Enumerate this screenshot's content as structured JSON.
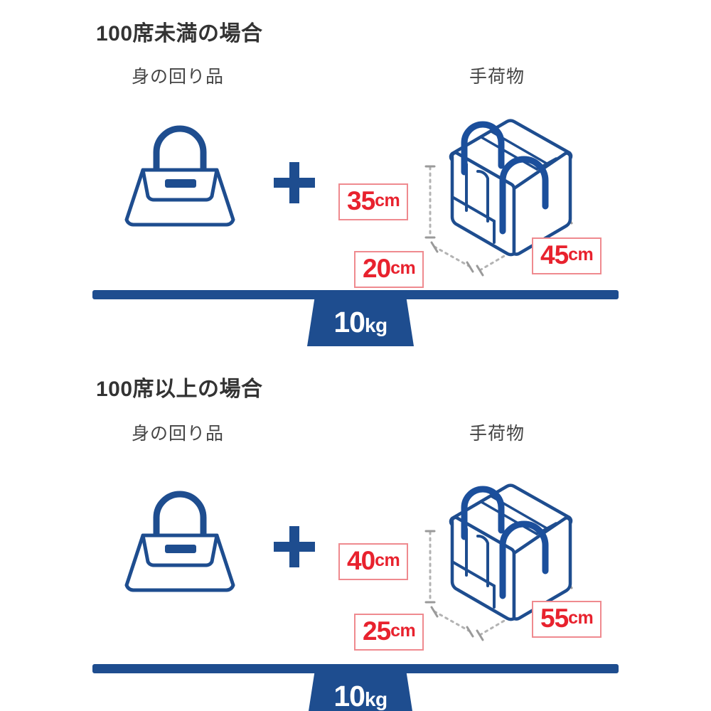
{
  "meta": {
    "background_color": "#ffffff",
    "brand_blue": "#1e4d8f",
    "dimension_red": "#e8222e",
    "dimension_border": "#ef8a8f",
    "dimension_line_gray": "#b3b3b3",
    "title_color": "#333333"
  },
  "sections": [
    {
      "title": "100席未満の場合",
      "personal_label": "身の回り品",
      "carryon_label": "手荷物",
      "plus_sign": "+",
      "dimensions": {
        "height": {
          "number": "35",
          "unit": "cm"
        },
        "depth": {
          "number": "20",
          "unit": "cm"
        },
        "width": {
          "number": "45",
          "unit": "cm"
        }
      },
      "weight": {
        "number": "10",
        "unit": "kg"
      }
    },
    {
      "title": "100席以上の場合",
      "personal_label": "身の回り品",
      "carryon_label": "手荷物",
      "plus_sign": "+",
      "dimensions": {
        "height": {
          "number": "40",
          "unit": "cm"
        },
        "depth": {
          "number": "25",
          "unit": "cm"
        },
        "width": {
          "number": "55",
          "unit": "cm"
        }
      },
      "weight": {
        "number": "10",
        "unit": "kg"
      }
    }
  ]
}
